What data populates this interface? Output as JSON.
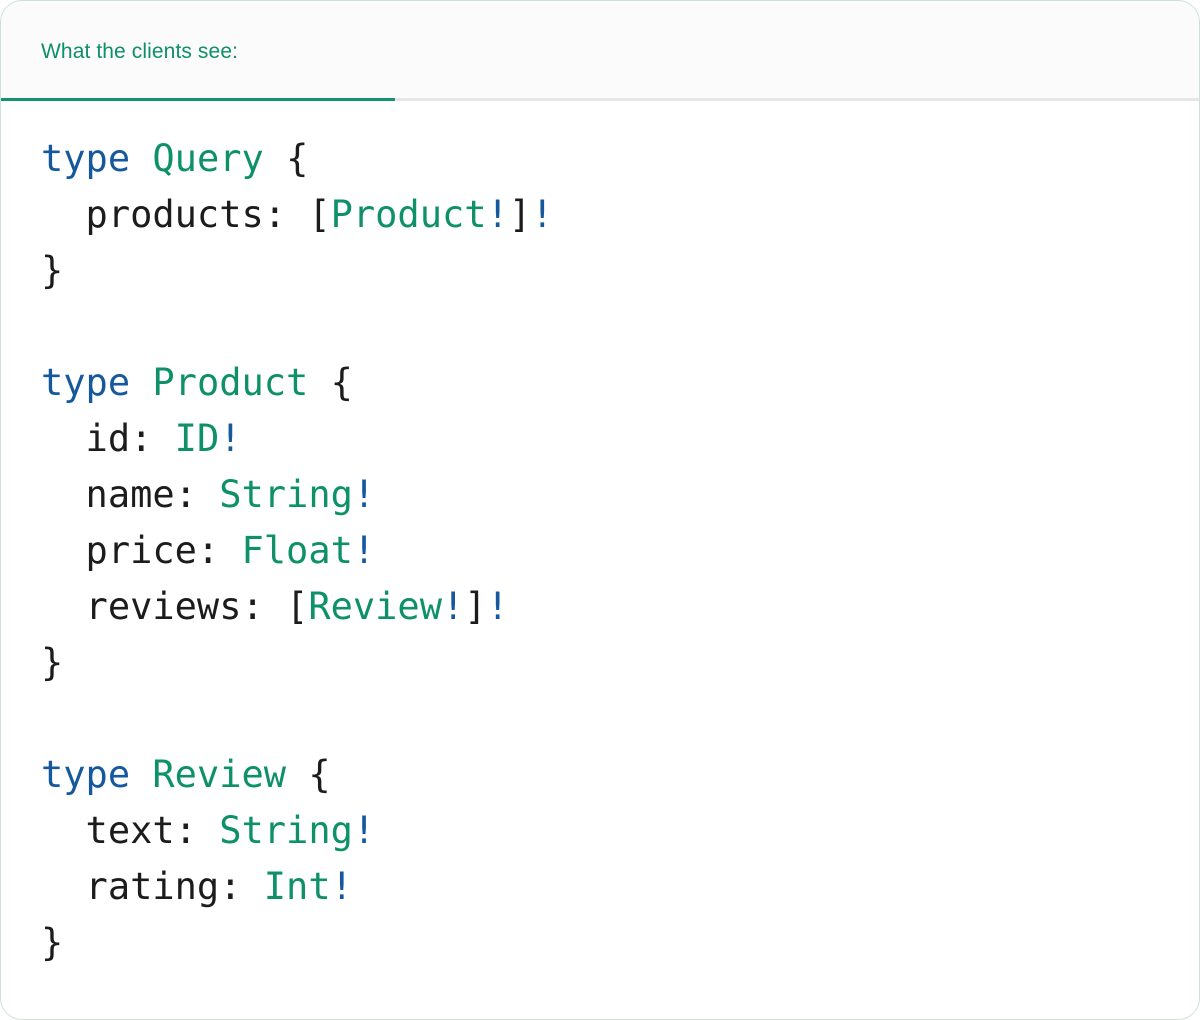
{
  "card": {
    "border_color": "#c9e3d6",
    "background": "#ffffff"
  },
  "header": {
    "background": "#fbfbfb",
    "tab_label": "What the clients see:",
    "tab_active": true,
    "accent_color": "#129472",
    "underline_color": "#129472",
    "divider_color": "#e6e6e6"
  },
  "theme": {
    "keyword_color": "#15589e",
    "type_color": "#0e9068",
    "punctuation_color": "#1c1c1c",
    "bang_color": "#15589e",
    "text_color": "#1c1c1c"
  },
  "code": {
    "language": "graphql",
    "plain_text": "type Query {\n  products: [Product!]!\n}\n\ntype Product {\n  id: ID!\n  name: String!\n  price: Float!\n  reviews: [Review!]!\n}\n\ntype Review {\n  text: String!\n  rating: Int!\n}",
    "lines": [
      {
        "tokens": [
          {
            "t": "type",
            "k": "kw"
          },
          {
            "t": " ",
            "k": "plain"
          },
          {
            "t": "Query",
            "k": "type"
          },
          {
            "t": " ",
            "k": "plain"
          },
          {
            "t": "{",
            "k": "punct"
          }
        ]
      },
      {
        "tokens": [
          {
            "t": "  products",
            "k": "field"
          },
          {
            "t": ": ",
            "k": "punct"
          },
          {
            "t": "[",
            "k": "punct"
          },
          {
            "t": "Product",
            "k": "type"
          },
          {
            "t": "!",
            "k": "bang"
          },
          {
            "t": "]",
            "k": "punct"
          },
          {
            "t": "!",
            "k": "bang"
          }
        ]
      },
      {
        "tokens": [
          {
            "t": "}",
            "k": "punct"
          }
        ]
      },
      {
        "tokens": []
      },
      {
        "tokens": [
          {
            "t": "type",
            "k": "kw"
          },
          {
            "t": " ",
            "k": "plain"
          },
          {
            "t": "Product",
            "k": "type"
          },
          {
            "t": " ",
            "k": "plain"
          },
          {
            "t": "{",
            "k": "punct"
          }
        ]
      },
      {
        "tokens": [
          {
            "t": "  id",
            "k": "field"
          },
          {
            "t": ": ",
            "k": "punct"
          },
          {
            "t": "ID",
            "k": "type"
          },
          {
            "t": "!",
            "k": "bang"
          }
        ]
      },
      {
        "tokens": [
          {
            "t": "  name",
            "k": "field"
          },
          {
            "t": ": ",
            "k": "punct"
          },
          {
            "t": "String",
            "k": "type"
          },
          {
            "t": "!",
            "k": "bang"
          }
        ]
      },
      {
        "tokens": [
          {
            "t": "  price",
            "k": "field"
          },
          {
            "t": ": ",
            "k": "punct"
          },
          {
            "t": "Float",
            "k": "type"
          },
          {
            "t": "!",
            "k": "bang"
          }
        ]
      },
      {
        "tokens": [
          {
            "t": "  reviews",
            "k": "field"
          },
          {
            "t": ": ",
            "k": "punct"
          },
          {
            "t": "[",
            "k": "punct"
          },
          {
            "t": "Review",
            "k": "type"
          },
          {
            "t": "!",
            "k": "bang"
          },
          {
            "t": "]",
            "k": "punct"
          },
          {
            "t": "!",
            "k": "bang"
          }
        ]
      },
      {
        "tokens": [
          {
            "t": "}",
            "k": "punct"
          }
        ]
      },
      {
        "tokens": []
      },
      {
        "tokens": [
          {
            "t": "type",
            "k": "kw"
          },
          {
            "t": " ",
            "k": "plain"
          },
          {
            "t": "Review",
            "k": "type"
          },
          {
            "t": " ",
            "k": "plain"
          },
          {
            "t": "{",
            "k": "punct"
          }
        ]
      },
      {
        "tokens": [
          {
            "t": "  text",
            "k": "field"
          },
          {
            "t": ": ",
            "k": "punct"
          },
          {
            "t": "String",
            "k": "type"
          },
          {
            "t": "!",
            "k": "bang"
          }
        ]
      },
      {
        "tokens": [
          {
            "t": "  rating",
            "k": "field"
          },
          {
            "t": ": ",
            "k": "punct"
          },
          {
            "t": "Int",
            "k": "type"
          },
          {
            "t": "!",
            "k": "bang"
          }
        ]
      },
      {
        "tokens": [
          {
            "t": "}",
            "k": "punct"
          }
        ]
      }
    ]
  }
}
